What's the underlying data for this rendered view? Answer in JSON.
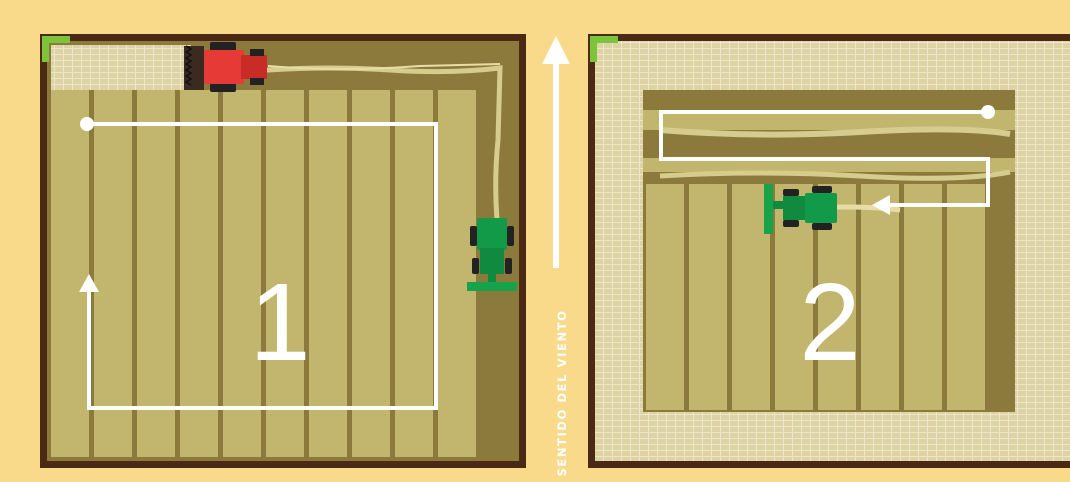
{
  "fields": [
    {
      "number": "1"
    },
    {
      "number": "2"
    }
  ],
  "wind": {
    "label": "SENTIDO DEL VIENTO"
  },
  "colors": {
    "background": "#f9d98a",
    "field_border": "#4a2a14",
    "soil": "#8b7a3c",
    "crop": "#c2b56e",
    "harvested": "#ded4a8",
    "straw": "#e8dda5",
    "corner_marker": "#7cc43a",
    "harvester": "#e53a35",
    "tractor": "#139a48",
    "path": "#ffffff"
  },
  "icons": {
    "harvester": "combine-harvester-icon",
    "tractor": "tractor-baler-icon",
    "wind": "up-arrow-icon"
  }
}
